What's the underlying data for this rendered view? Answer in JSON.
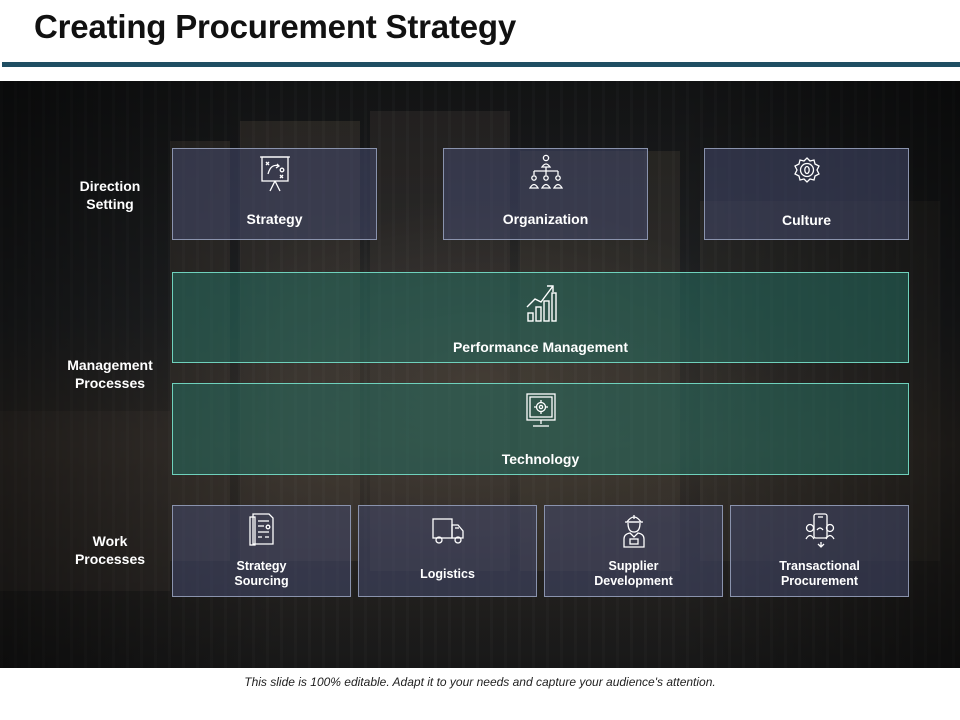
{
  "title": "Creating Procurement Strategy",
  "row_labels": {
    "direction": "Direction\nSetting",
    "management": "Management\nProcesses",
    "work": "Work\nProcesses"
  },
  "direction_boxes": [
    {
      "label": "Strategy",
      "icon": "strategy-board-icon"
    },
    {
      "label": "Organization",
      "icon": "org-chart-icon"
    },
    {
      "label": "Culture",
      "icon": "gear-icon"
    }
  ],
  "management_boxes": [
    {
      "label": "Performance Management",
      "icon": "growth-chart-icon"
    },
    {
      "label": "Technology",
      "icon": "monitor-gear-icon"
    }
  ],
  "work_boxes": [
    {
      "label": "Strategy\nSourcing",
      "icon": "document-icon"
    },
    {
      "label": "Logistics",
      "icon": "truck-icon"
    },
    {
      "label": "Supplier\nDevelopment",
      "icon": "worker-icon"
    },
    {
      "label": "Transactional\nProcurement",
      "icon": "exchange-icon"
    }
  ],
  "footer": "This slide is 100% editable. Adapt it to your needs and capture your audience's attention.",
  "colors": {
    "title_rule": "#1f4e63",
    "box_border": "#8a93ad",
    "teal_border": "#6fd1bc"
  }
}
